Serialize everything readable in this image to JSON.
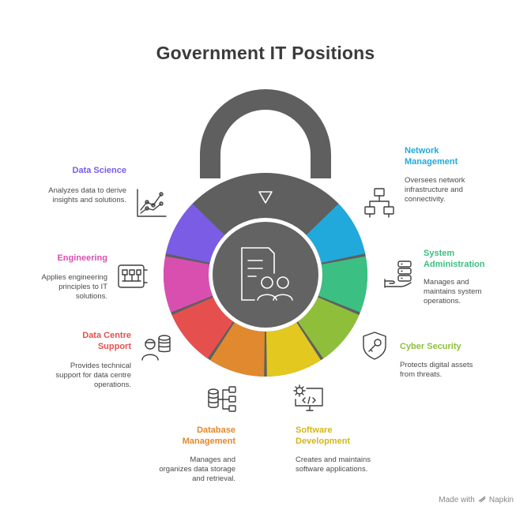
{
  "title": "Government IT Positions",
  "colors": {
    "lock_body": "#5f5f5f",
    "center_circle": "#636363",
    "data_science": "#7b5ce5",
    "engineering": "#d94fb0",
    "data_centre_support": "#e5504e",
    "database_management": "#e0892e",
    "software_development": "#e2c81f",
    "cyber_security": "#8fbf3a",
    "system_administration": "#3bbf82",
    "network_management": "#22a9dc"
  },
  "items": {
    "data_science": {
      "title": "Data Science",
      "desc": [
        "Analyzes data to derive",
        "insights and solutions."
      ],
      "icon": "line-chart-icon"
    },
    "engineering": {
      "title": "Engineering",
      "desc": [
        "Applies engineering",
        "principles to IT",
        "solutions."
      ],
      "icon": "circuit-board-icon"
    },
    "data_centre_support": {
      "title": [
        "Data Centre",
        "Support"
      ],
      "desc": [
        "Provides technical",
        "support for data centre",
        "operations."
      ],
      "icon": "technician-database-icon"
    },
    "database_management": {
      "title": [
        "Database",
        "Management"
      ],
      "desc": [
        "Manages and",
        "organizes data storage",
        "and retrieval."
      ],
      "icon": "database-tree-icon"
    },
    "software_development": {
      "title": [
        "Software",
        "Development"
      ],
      "desc": [
        "Creates and maintains",
        "software applications."
      ],
      "icon": "code-monitor-icon"
    },
    "cyber_security": {
      "title": "Cyber Security",
      "desc": [
        "Protects digital assets",
        "from threats."
      ],
      "icon": "shield-key-icon"
    },
    "system_administration": {
      "title": [
        "System",
        "Administration"
      ],
      "desc": [
        "Manages and",
        "maintains system",
        "operations."
      ],
      "icon": "server-hand-icon"
    },
    "network_management": {
      "title": [
        "Network",
        "Management"
      ],
      "desc": [
        "Oversees network",
        "infrastructure and",
        "connectivity."
      ],
      "icon": "network-icon"
    }
  },
  "center_icon": "document-people-icon",
  "keyhole_icon": "triangle-down-icon",
  "credit": {
    "text": "Made with",
    "brand": "Napkin"
  }
}
